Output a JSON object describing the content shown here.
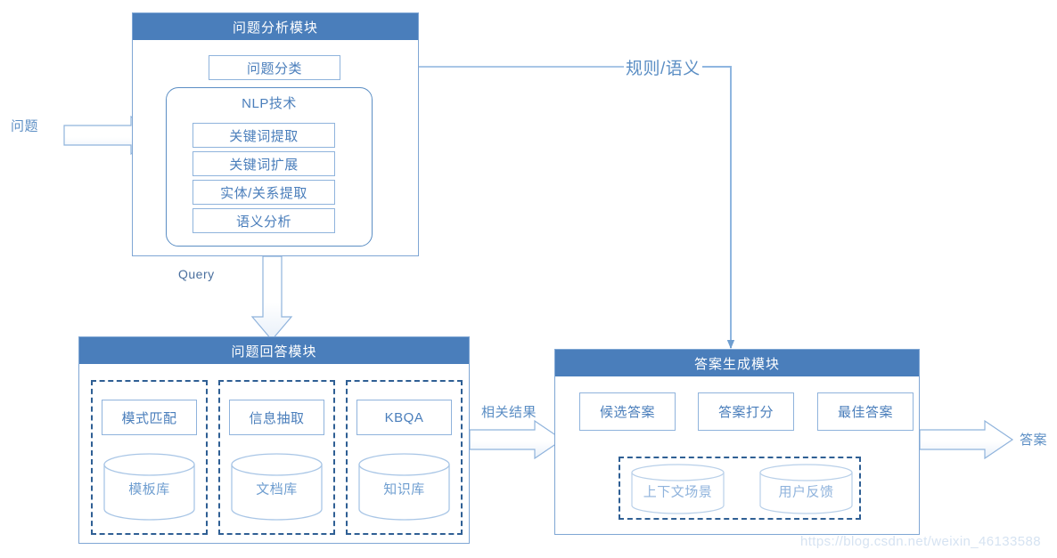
{
  "diagram": {
    "watermark": "https://blog.csdn.net/weixin_46133588",
    "edge_labels": {
      "question": "问题",
      "rule_semantic": "规则/语义",
      "query": "Query",
      "related_results": "相关结果",
      "answer": "答案"
    },
    "modules": [
      {
        "id": "question-analysis",
        "title": "问题分析模块",
        "items": [
          {
            "id": "question-classification",
            "label": "问题分类"
          }
        ],
        "group": {
          "id": "nlp-technology",
          "label": "NLP技术",
          "items": [
            {
              "id": "keyword-extraction",
              "label": "关键词提取"
            },
            {
              "id": "keyword-expansion",
              "label": "关键词扩展"
            },
            {
              "id": "entity-relation-extraction",
              "label": "实体/关系提取"
            },
            {
              "id": "semantic-analysis",
              "label": "语义分析"
            }
          ]
        }
      },
      {
        "id": "question-answering",
        "title": "问题回答模块",
        "columns": [
          {
            "id": "pattern-matching",
            "method": "模式匹配",
            "store": "模板库"
          },
          {
            "id": "information-extraction",
            "method": "信息抽取",
            "store": "文档库"
          },
          {
            "id": "kbqa",
            "method": "KBQA",
            "store": "知识库"
          }
        ]
      },
      {
        "id": "answer-generation",
        "title": "答案生成模块",
        "steps": [
          {
            "id": "candidate-answer",
            "label": "候选答案"
          },
          {
            "id": "answer-scoring",
            "label": "答案打分"
          },
          {
            "id": "best-answer",
            "label": "最佳答案"
          }
        ],
        "signals": [
          {
            "id": "context-scenario",
            "label": "上下文场景"
          },
          {
            "id": "user-feedback",
            "label": "用户反馈"
          }
        ]
      }
    ],
    "colors": {
      "header_blue": "#4a7ebb",
      "border_blue": "#8fb3dc",
      "dash_blue": "#3a6ea5",
      "text_blue": "#4a7ebb",
      "line_blue": "#7fa6d4",
      "watermark": "#d6e3f2"
    }
  }
}
